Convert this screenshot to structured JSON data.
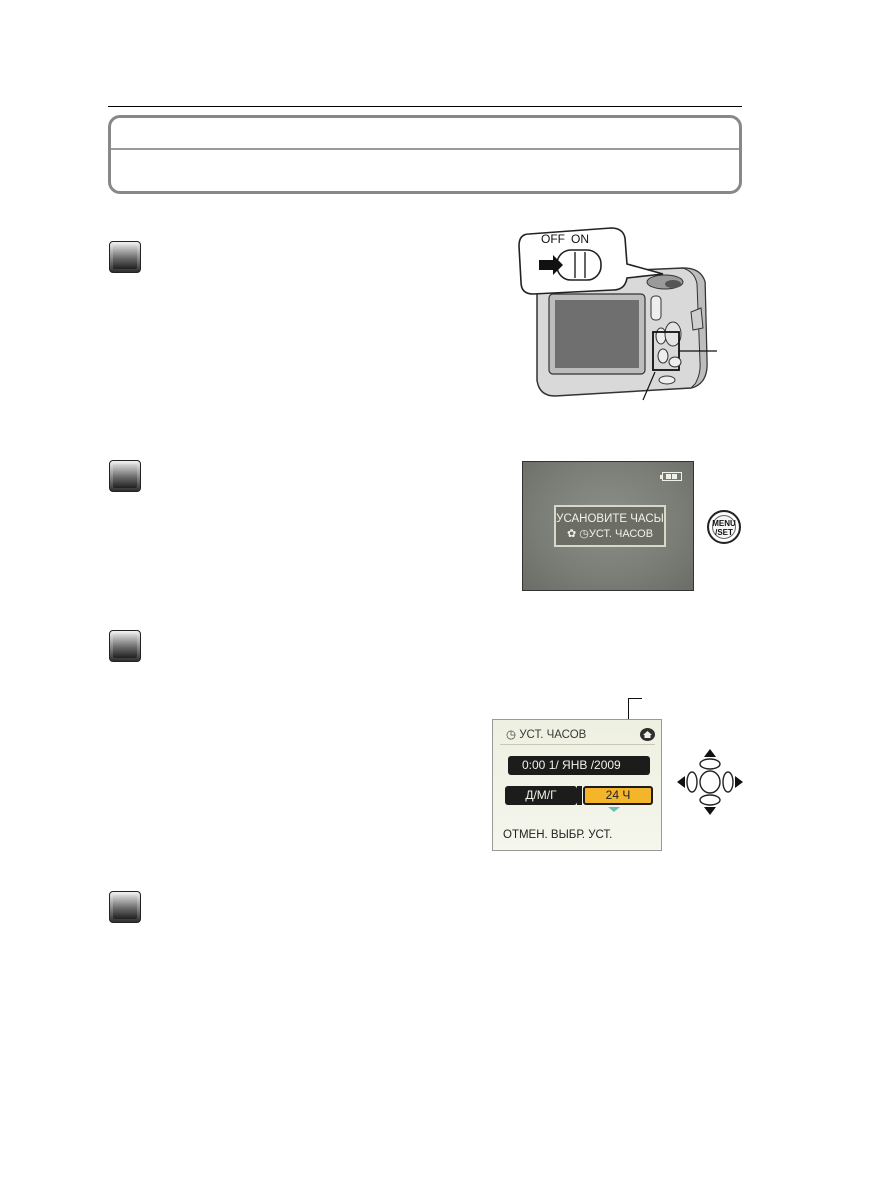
{
  "illustration1": {
    "off_label": "OFF",
    "on_label": "ON"
  },
  "lcd_prompt": {
    "line1": "УСАНОВИТЕ ЧАСЫ",
    "line2": "УСТ. ЧАСОВ"
  },
  "menu_button": {
    "line1": "MENU",
    "line2": "/SET"
  },
  "clock_screen": {
    "title": "УСТ. ЧАСОВ",
    "datetime": "0:00   1/ ЯНВ /2009",
    "date_format": "Д/М/Г",
    "hour_format": "24 Ч",
    "footer": "ОТМЕН. ВЫБР. УСТ."
  }
}
